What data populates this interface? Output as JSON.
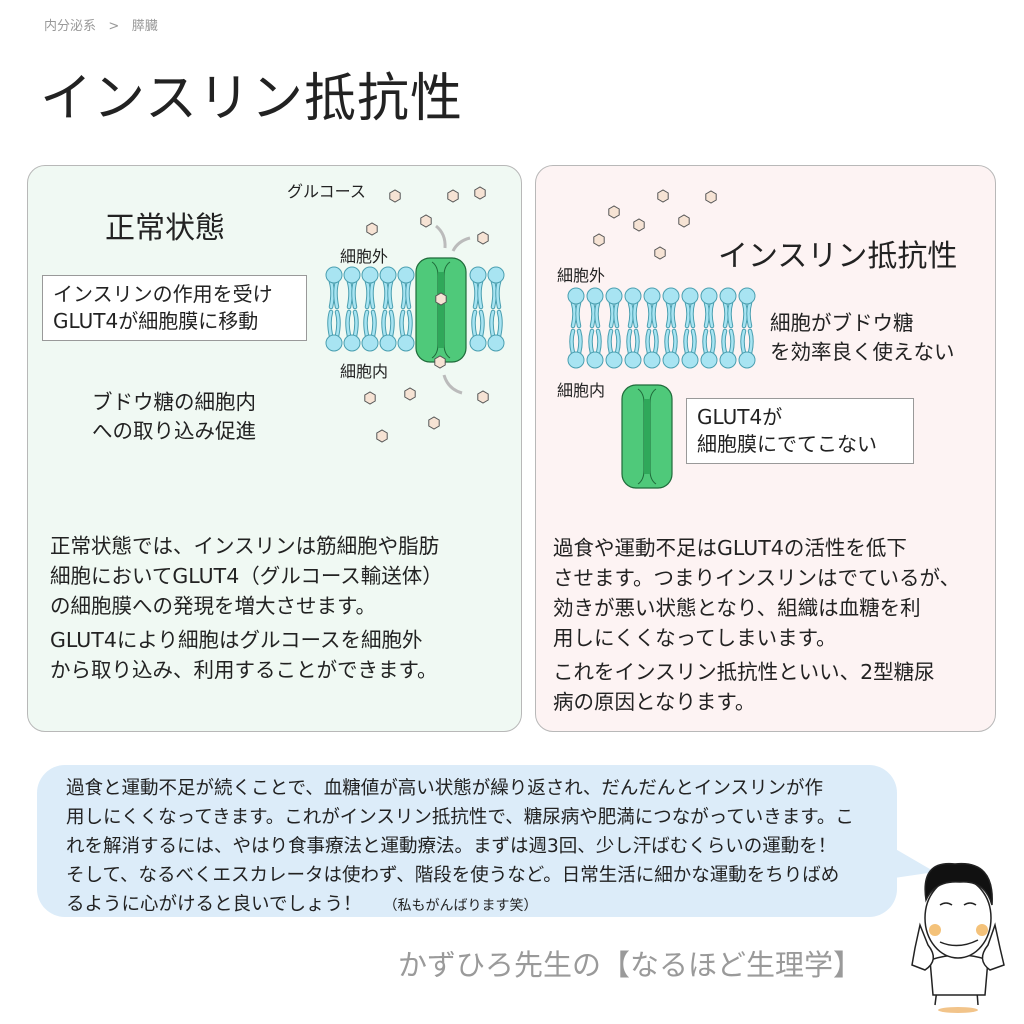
{
  "breadcrumb": {
    "parent": "内分泌系",
    "separator": ">",
    "current": "膵臓"
  },
  "title": "インスリン抵抗性",
  "normal": {
    "heading": "正常状態",
    "glucose_label": "グルコース",
    "outside_label": "細胞外",
    "inside_label": "細胞内",
    "box_lines": [
      "インスリンの作用を受け",
      "GLUT4が細胞膜に移動"
    ],
    "effect_lines": [
      "ブドウ糖の細胞内",
      "への取り込み促進"
    ],
    "body": [
      "正常状態では、インスリンは筋細胞や脂肪",
      "細胞においてGLUT4（グルコース輸送体）",
      "の細胞膜への発現を増大させます。",
      "GLUT4により細胞はグルコースを細胞外",
      "から取り込み、利用することができます。"
    ]
  },
  "resistance": {
    "heading": "インスリン抵抗性",
    "outside_label": "細胞外",
    "inside_label": "細胞内",
    "effect_lines": [
      "細胞がブドウ糖",
      "を効率良く使えない"
    ],
    "box_lines": [
      "GLUT4が",
      "細胞膜にでてこない"
    ],
    "body": [
      "過食や運動不足はGLUT4の活性を低下",
      "させます。つまりインスリンはでているが、",
      "効きが悪い状態となり、組織は血糖を利",
      "用しにくくなってしまいます。",
      "これをインスリン抵抗性といい、2型糖尿",
      "病の原因となります。"
    ]
  },
  "bubble": {
    "lines": [
      "過食と運動不足が続くことで、血糖値が高い状態が繰り返され、だんだんとインスリンが作",
      "用しにくくなってきます。これがインスリン抵抗性で、糖尿病や肥満につながっていきます。こ",
      "れを解消するには、やはり食事療法と運動療法。まずは週3回、少し汗ばむくらいの運動を！",
      "そして、なるべくエスカレータは使わず、階段を使うなど。日常生活に細かな運動をちりばめ",
      "るように心がけると良いでしょう！"
    ],
    "aside": "（私もがんばります笑）"
  },
  "footer": "かずひろ先生の【なるほど生理学】",
  "colors": {
    "normal_bg": "#f0f9f3",
    "resistance_bg": "#fdf3f3",
    "bubble_bg": "#dcecf9",
    "glut4": "#4fc97a",
    "lipid": "#a8e4f2",
    "glucose": "#f6e3d4"
  }
}
